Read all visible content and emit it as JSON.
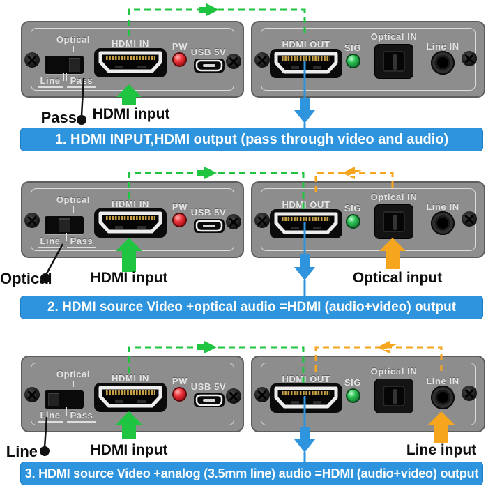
{
  "colors": {
    "caption_bar_blue": "#2e94de",
    "hdmi_flow_blue": "#2e94de",
    "hdmi_input_green": "#1fc440",
    "audio_input_orange": "#f6a51f",
    "panel_gray": "#8d8d8d",
    "power_led_red": "#d42127",
    "signal_led_green": "#22a844"
  },
  "device": {
    "front": {
      "switch_label_top": "Optical",
      "switch_label_left": "Line",
      "switch_label_right": "Pass",
      "hdmi_label": "HDMI IN",
      "power_led_label": "PW",
      "usb_label": "USB 5V"
    },
    "back": {
      "hdmi_label": "HDMI OUT",
      "signal_led_label": "SIG",
      "optical_label": "Optical IN",
      "line_label": "Line IN"
    }
  },
  "rows": [
    {
      "caption": "1. HDMI INPUT,HDMI output (pass through video and audio)",
      "switch_position": "Pass",
      "callout_label": "Pass",
      "hdmi_arrow_label": "HDMI input"
    },
    {
      "caption": "2. HDMI source Video +optical audio =HDMI (audio+video) output",
      "switch_position": "Optical",
      "callout_label": "Optical",
      "hdmi_arrow_label": "HDMI input",
      "audio_arrow_label": "Optical input"
    },
    {
      "caption": "3. HDMI source Video +analog (3.5mm line) audio =HDMI (audio+video) output",
      "switch_position": "Line",
      "callout_label": "Line",
      "hdmi_arrow_label": "HDMI input",
      "audio_arrow_label": "Line input"
    }
  ]
}
